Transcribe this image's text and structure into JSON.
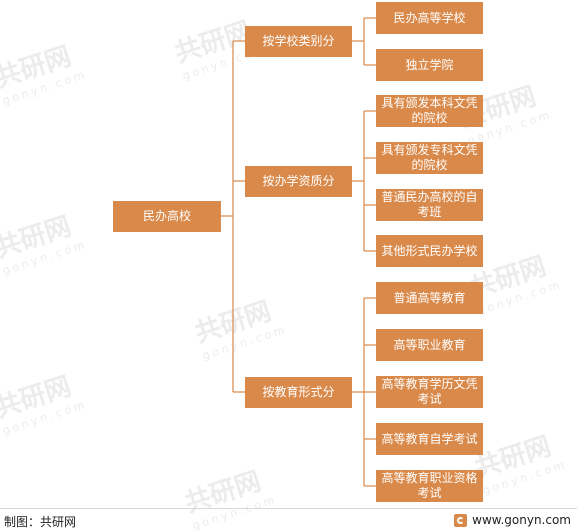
{
  "diagram": {
    "root": "民办高校",
    "categories": [
      {
        "label": "按学校类别分",
        "children": [
          "民办高等学校",
          "独立学院"
        ]
      },
      {
        "label": "按办学资质分",
        "children": [
          "具有颁发本科文凭的院校",
          "具有颁发专科文凭的院校",
          "普通民办高校的自考班",
          "其他形式民办学校"
        ]
      },
      {
        "label": "按教育形式分",
        "children": [
          "普通高等教育",
          "高等职业教育",
          "高等教育学历文凭考试",
          "高等教育自学考试",
          "高等教育职业资格考试"
        ]
      }
    ]
  },
  "footer": {
    "source": "制图：共研网",
    "website": "www.gonyn.com"
  },
  "watermark": {
    "text": "共研网",
    "subtext": "gonyn.com"
  },
  "colors": {
    "box": "#d9894a",
    "line": "#d9894a",
    "box_text": "#ffffff"
  }
}
